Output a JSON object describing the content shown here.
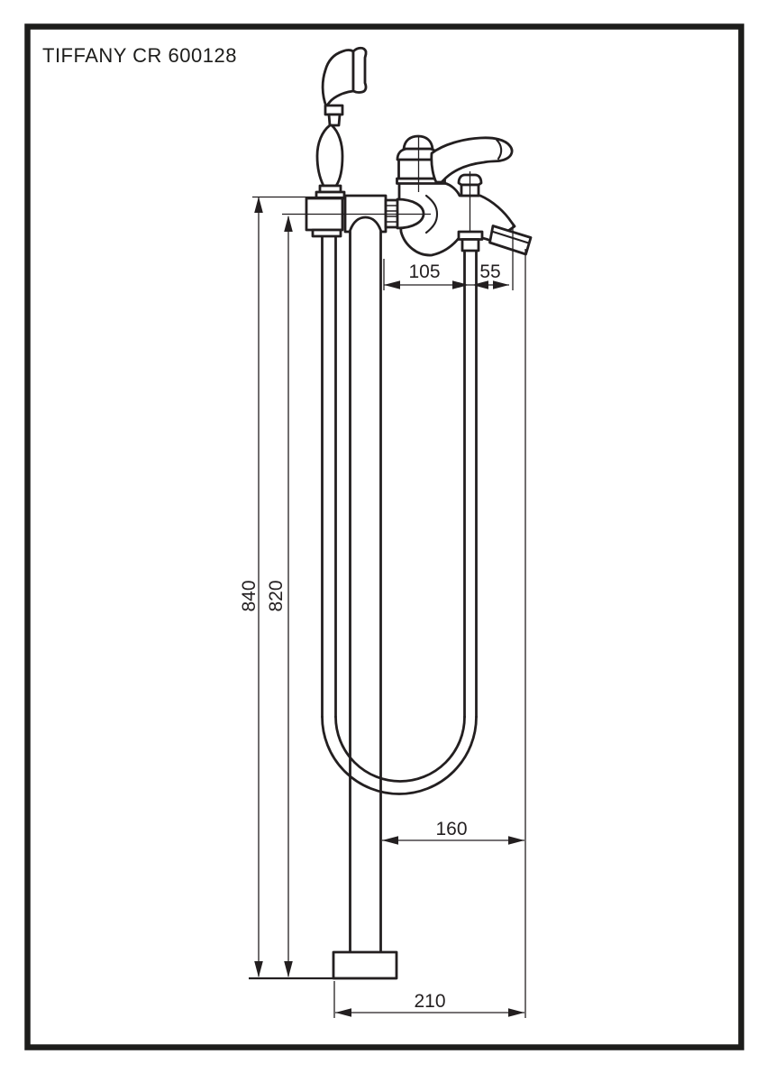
{
  "page": {
    "background_color": "#ffffff",
    "frame_color": "#1d1d1b"
  },
  "drawing": {
    "title": "TIFFANY CR 600128",
    "line_color": "#231f20",
    "type": "technical-dimension-drawing",
    "figure": "freestanding-bath-mixer-with-handshower",
    "dimensions": {
      "dim_105": {
        "value": "105",
        "orientation": "horizontal",
        "position": "upper"
      },
      "dim_55": {
        "value": "55",
        "orientation": "horizontal",
        "position": "upper"
      },
      "dim_840": {
        "value": "840",
        "orientation": "vertical",
        "position": "left"
      },
      "dim_820": {
        "value": "820",
        "orientation": "vertical",
        "position": "left"
      },
      "dim_160": {
        "value": "160",
        "orientation": "horizontal",
        "position": "middle"
      },
      "dim_210": {
        "value": "210",
        "orientation": "horizontal",
        "position": "bottom"
      }
    }
  }
}
